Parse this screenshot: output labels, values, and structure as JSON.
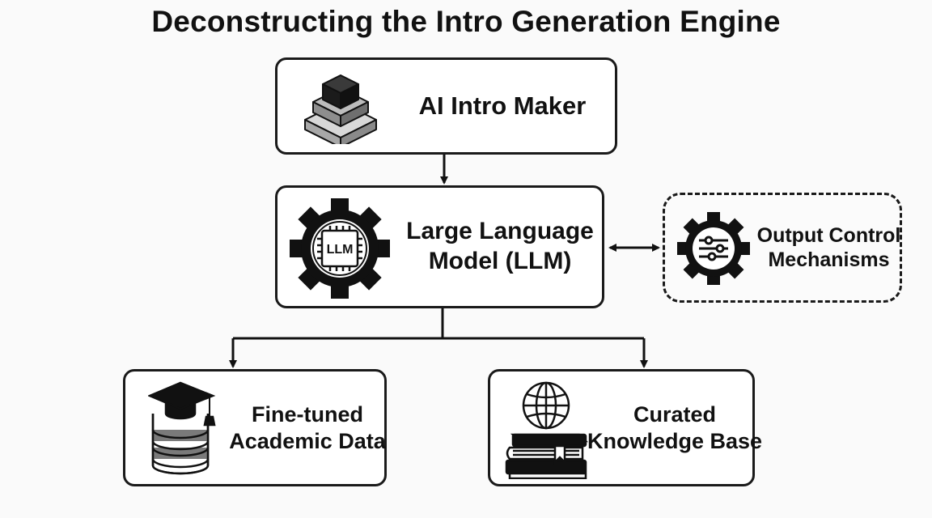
{
  "title": "Deconstructing the Intro Generation Engine",
  "nodes": {
    "top": {
      "label": "AI Intro Maker"
    },
    "llm": {
      "line1": "Large Language",
      "line2": "Model (LLM)",
      "chip_text": "LLM"
    },
    "control": {
      "line1": "Output Control",
      "line2": "Mechanisms"
    },
    "academic": {
      "line1": "Fine-tuned",
      "line2": "Academic Data"
    },
    "knowledge": {
      "line1": "Curated",
      "line2": "Knowledge Base"
    }
  },
  "icons": {
    "top": "stacked-layers-icon",
    "llm": "gear-chip-icon",
    "control": "gear-sliders-icon",
    "academic": "graduation-cap-database-icon",
    "knowledge": "globe-books-icon"
  }
}
